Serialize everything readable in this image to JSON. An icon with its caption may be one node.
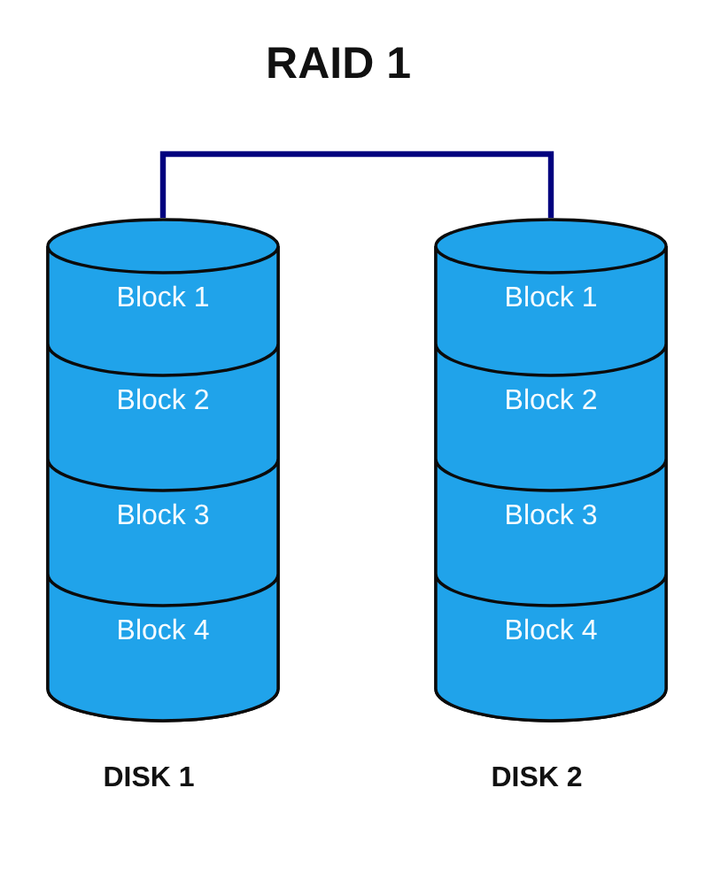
{
  "diagram": {
    "title": "RAID 1",
    "nodes": [
      {
        "text": [],
        "shape": "cylinder",
        "beside": [
          "DISK 1"
        ]
      },
      {
        "text": [
          "Block 1"
        ],
        "in": 0
      },
      {
        "text": [
          "Block 2"
        ],
        "in": 0
      },
      {
        "text": [
          "Block 3"
        ],
        "in": 0
      },
      {
        "text": [
          "Block 4"
        ],
        "in": 0
      },
      {
        "text": [],
        "shape": "cylinder",
        "beside": [
          "DISK 2"
        ]
      },
      {
        "text": [
          "Block 1"
        ],
        "in": 5
      },
      {
        "text": [
          "Block 2"
        ],
        "in": 5
      },
      {
        "text": [
          "Block 3"
        ],
        "in": 5
      },
      {
        "text": [
          "Block 4"
        ],
        "in": 5
      }
    ],
    "edges": [
      {
        "from": 0,
        "to": 5,
        "arrow": "none"
      }
    ]
  }
}
